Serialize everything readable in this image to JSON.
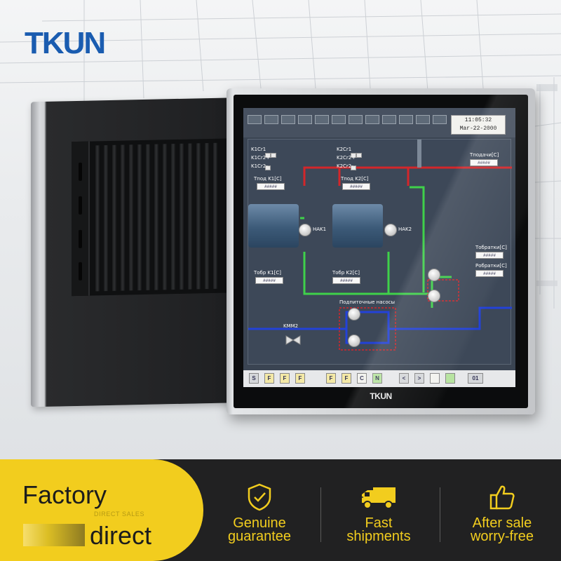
{
  "brand": {
    "logo": "TKUN",
    "bezel_logo": "TKUN",
    "accent": "#f2cd1e",
    "logo_color": "#1a5cb0"
  },
  "screen": {
    "clock_time": "11:05:32",
    "clock_date": "Mar-22-2000",
    "labels": {
      "k1c1": "K1Cr1",
      "k1c2p": "K1Cr2+",
      "k1c2m": "K1Cr2-",
      "k2c1": "K2Cr1",
      "k2c2p": "K2Cr2+",
      "k2c2m": "K2Cr2-",
      "tpod_k1": "Тпод K1[C]",
      "tpod_k2": "Тпод K2[C]",
      "nak1": "HAK1",
      "nak2": "HAK2",
      "tpodachi": "Тподачи[C]",
      "tobratki": "Тобратки[C]",
      "pobratki": "Робратки[C]",
      "tobr_k1": "Тобр K1[C]",
      "tobr_k2": "Тобр K2[C]",
      "kmm2": "KMM2",
      "podpitochnye": "Подпиточные насосы"
    },
    "value_placeholder": "#####",
    "bottom_buttons": [
      "S",
      "F",
      "F",
      "F",
      "F",
      "F",
      "C",
      "N",
      "<",
      ">",
      "",
      "",
      "01"
    ]
  },
  "banner": {
    "factory": "Factory",
    "direct_sales": "DIRECT SALES",
    "direct": "direct",
    "features": [
      {
        "icon": "shield-check-icon",
        "line1": "Genuine",
        "line2": "guarantee"
      },
      {
        "icon": "delivery-truck-icon",
        "line1": "Fast",
        "line2": "shipments"
      },
      {
        "icon": "thumbs-up-icon",
        "line1": "After sale",
        "line2": "worry-free"
      }
    ]
  }
}
